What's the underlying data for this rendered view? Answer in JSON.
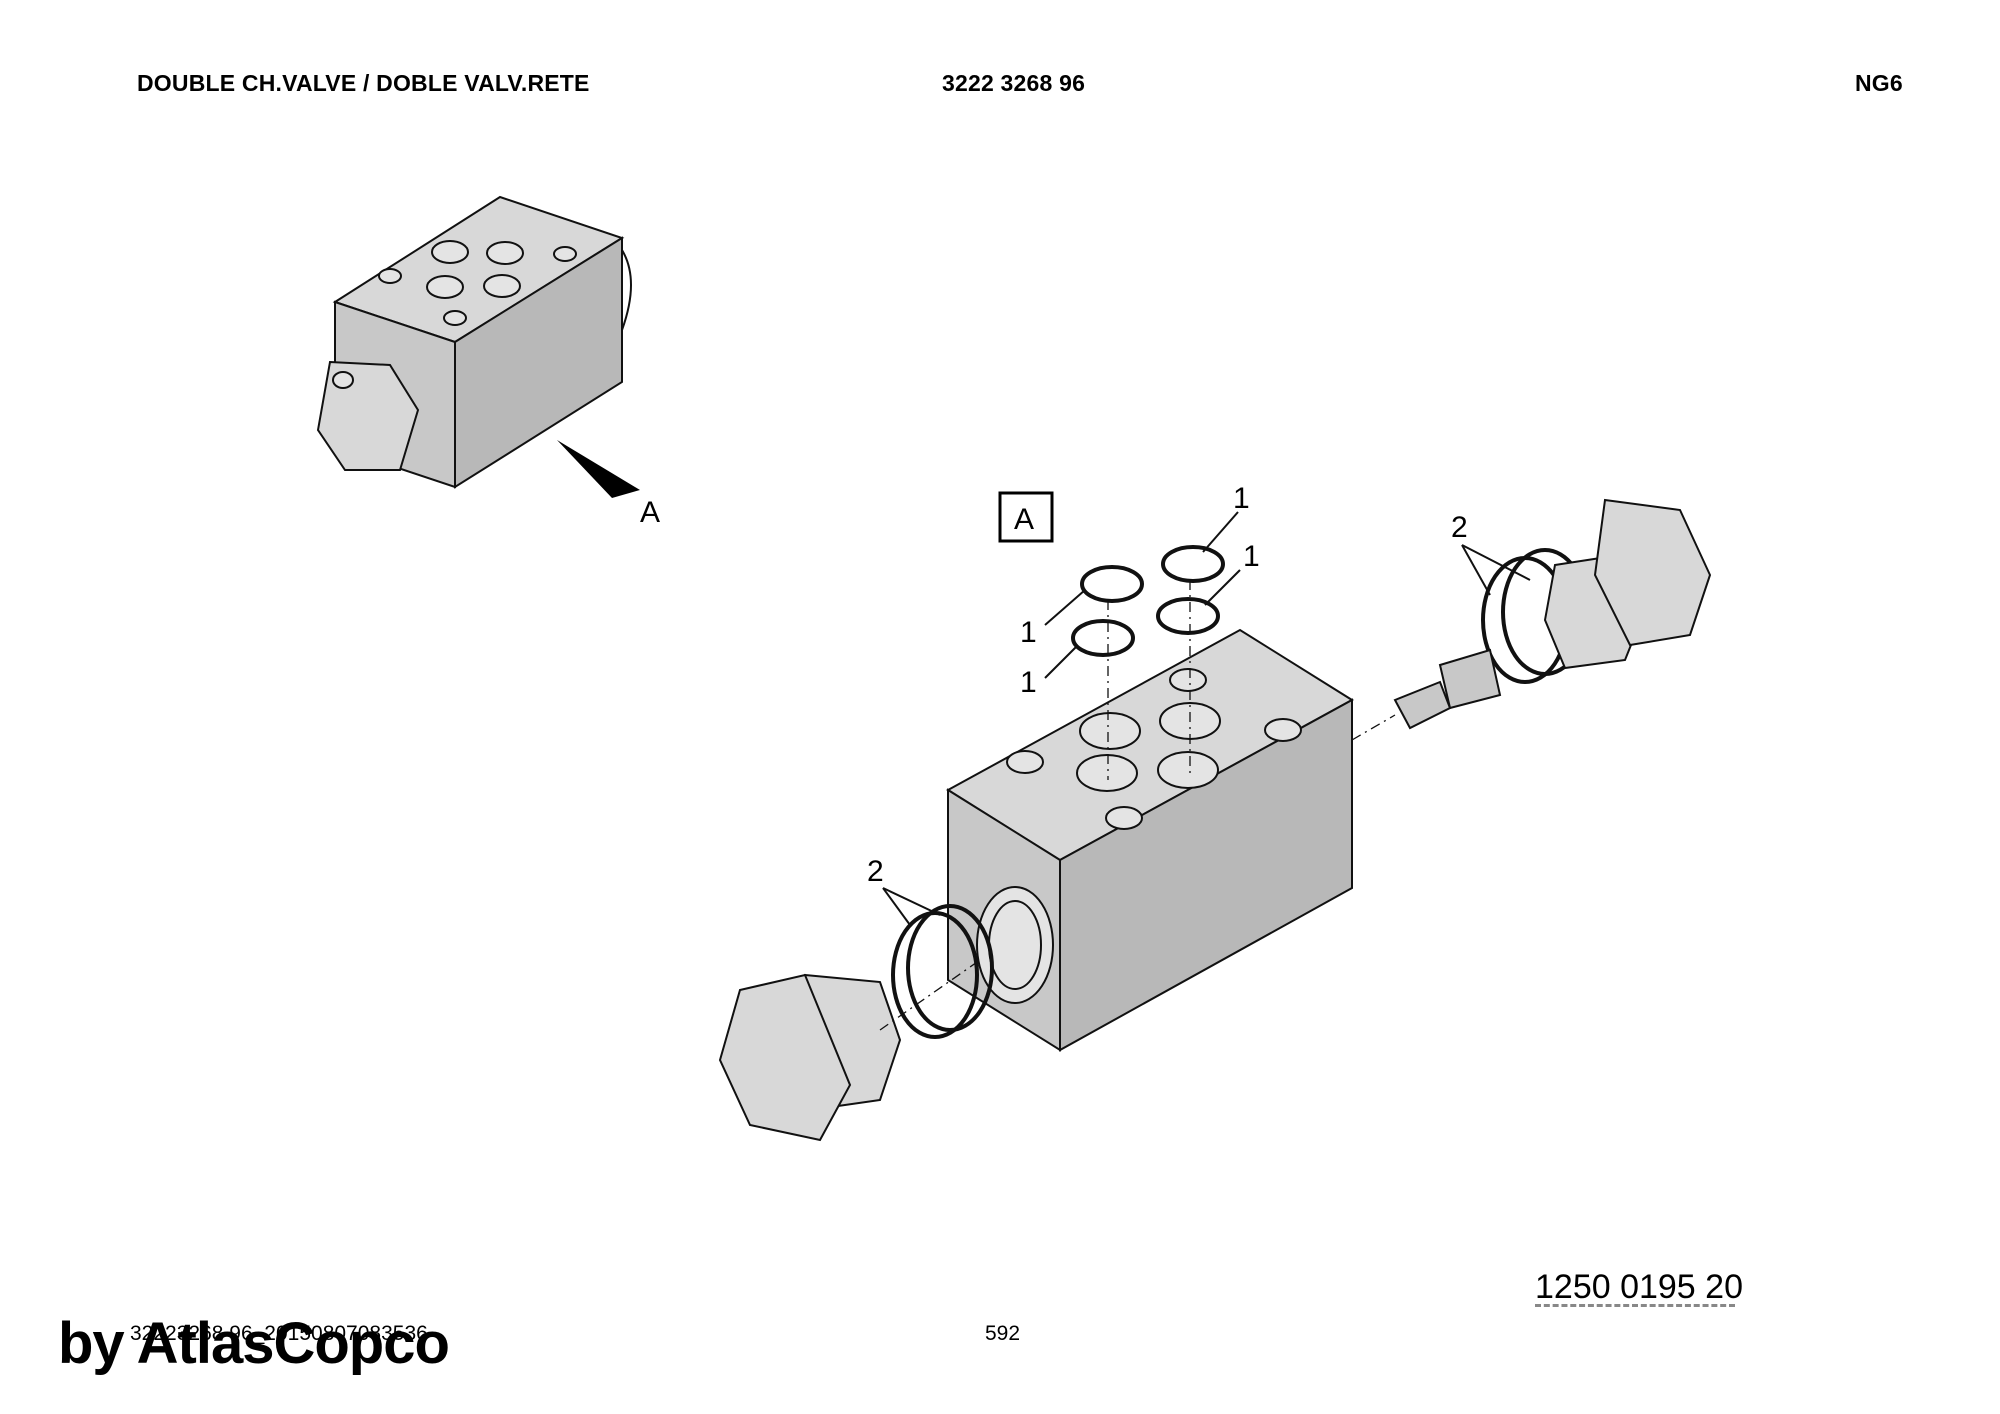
{
  "header": {
    "title": "DOUBLE CH.VALVE / DOBLE VALV.RETE",
    "part_number": "3222 3268 96",
    "size": "NG6"
  },
  "diagram": {
    "view_label": "A",
    "view_box_label": "A",
    "callouts": [
      "1",
      "1",
      "1",
      "1",
      "2",
      "2"
    ]
  },
  "footer": {
    "file_id": "32223268 96_20150807083536",
    "page": "592",
    "drawing_number": "1250 0195 20",
    "brand": "by AtlasCopco"
  },
  "colors": {
    "body_gray": "#c8c8c8",
    "line": "#111111"
  }
}
